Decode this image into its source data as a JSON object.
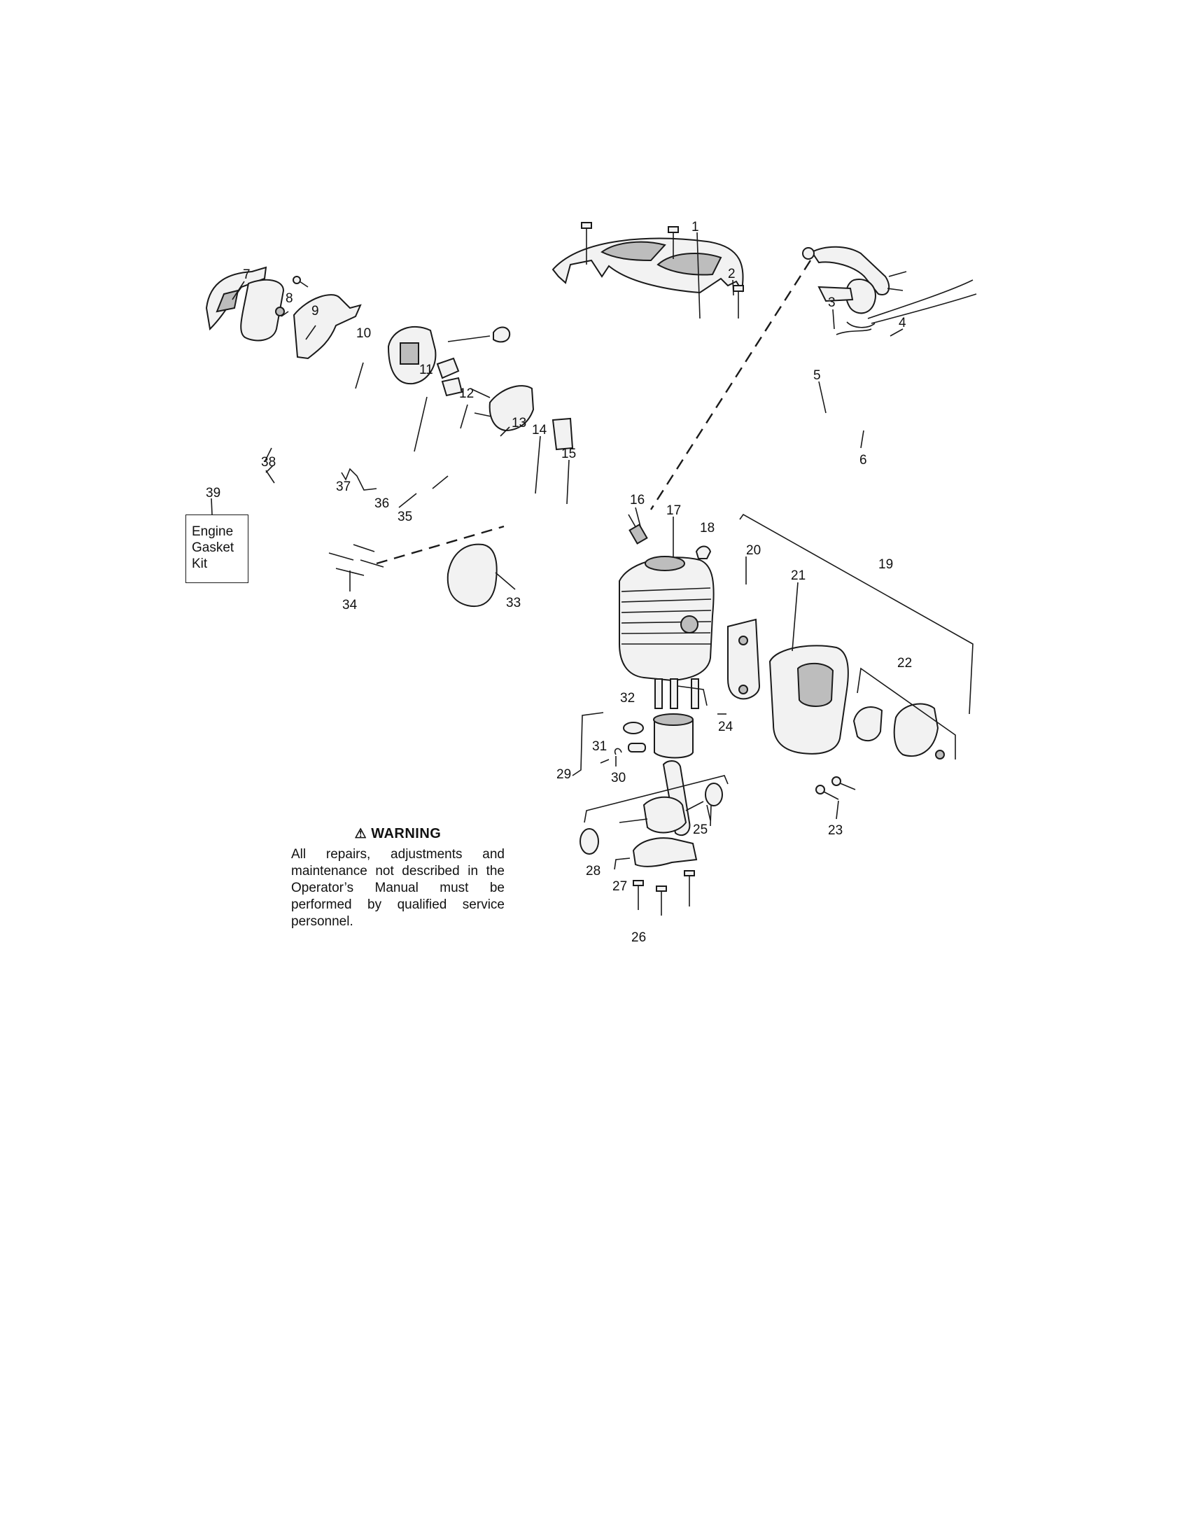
{
  "part_labels": {
    "p1": "1",
    "p2": "2",
    "p3": "3",
    "p4": "4",
    "p5": "5",
    "p6": "6",
    "p7": "7",
    "p8": "8",
    "p9": "9",
    "p10": "10",
    "p11": "11",
    "p12": "12",
    "p13": "13",
    "p14": "14",
    "p15": "15",
    "p16": "16",
    "p17": "17",
    "p18": "18",
    "p19": "19",
    "p20": "20",
    "p21": "21",
    "p22": "22",
    "p23": "23",
    "p24": "24",
    "p25": "25",
    "p26": "26",
    "p27": "27",
    "p28": "28",
    "p29": "29",
    "p30": "30",
    "p31": "31",
    "p32": "32",
    "p33": "33",
    "p34": "34",
    "p35": "35",
    "p36": "36",
    "p37": "37",
    "p38": "38",
    "p39": "39"
  },
  "kit_box": {
    "line1": "Engine",
    "line2": "Gasket",
    "line3": "Kit"
  },
  "warning": {
    "icon": "warning-triangle-icon",
    "title": "WARNING",
    "text": "All repairs, adjustments and maintenance not described in the Operator’s Manual must be performed by qualified service personnel."
  }
}
